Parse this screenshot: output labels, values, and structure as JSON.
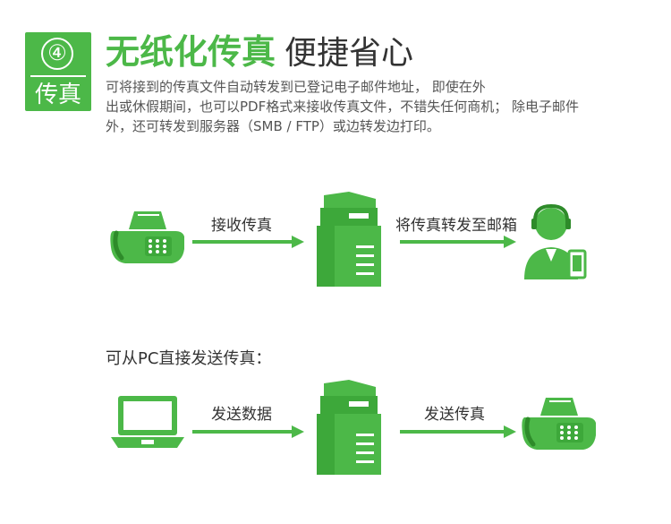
{
  "badge": {
    "number": "④",
    "label": "传真"
  },
  "header": {
    "title_main": "无纸化传真",
    "title_sub": "便捷省心",
    "description_line1": "可将接到的传真文件自动转发到已登记电子邮件地址， 即使在外",
    "description_line2": "出或休假期间，也可以PDF格式来接收传真文件，不错失任何商机； 除电子邮件",
    "description_line3": "外，还可转发到服务器（SMB / FTP）或边转发边打印。"
  },
  "flow1": {
    "label1": "接收传真",
    "label2": "将传真转发至邮箱"
  },
  "section2_title": "可从PC直接发送传真：",
  "flow2": {
    "label1": "发送数据",
    "label2": "发送传真"
  },
  "icons": {
    "fax_in": "fax-machine-icon",
    "printer1": "multifunction-printer-icon",
    "user": "user-with-phone-icon",
    "laptop": "laptop-icon",
    "printer2": "multifunction-printer-icon",
    "fax_out": "fax-machine-icon"
  },
  "colors": {
    "accent": "#4cb848",
    "accent_dark": "#2e8b2a"
  }
}
